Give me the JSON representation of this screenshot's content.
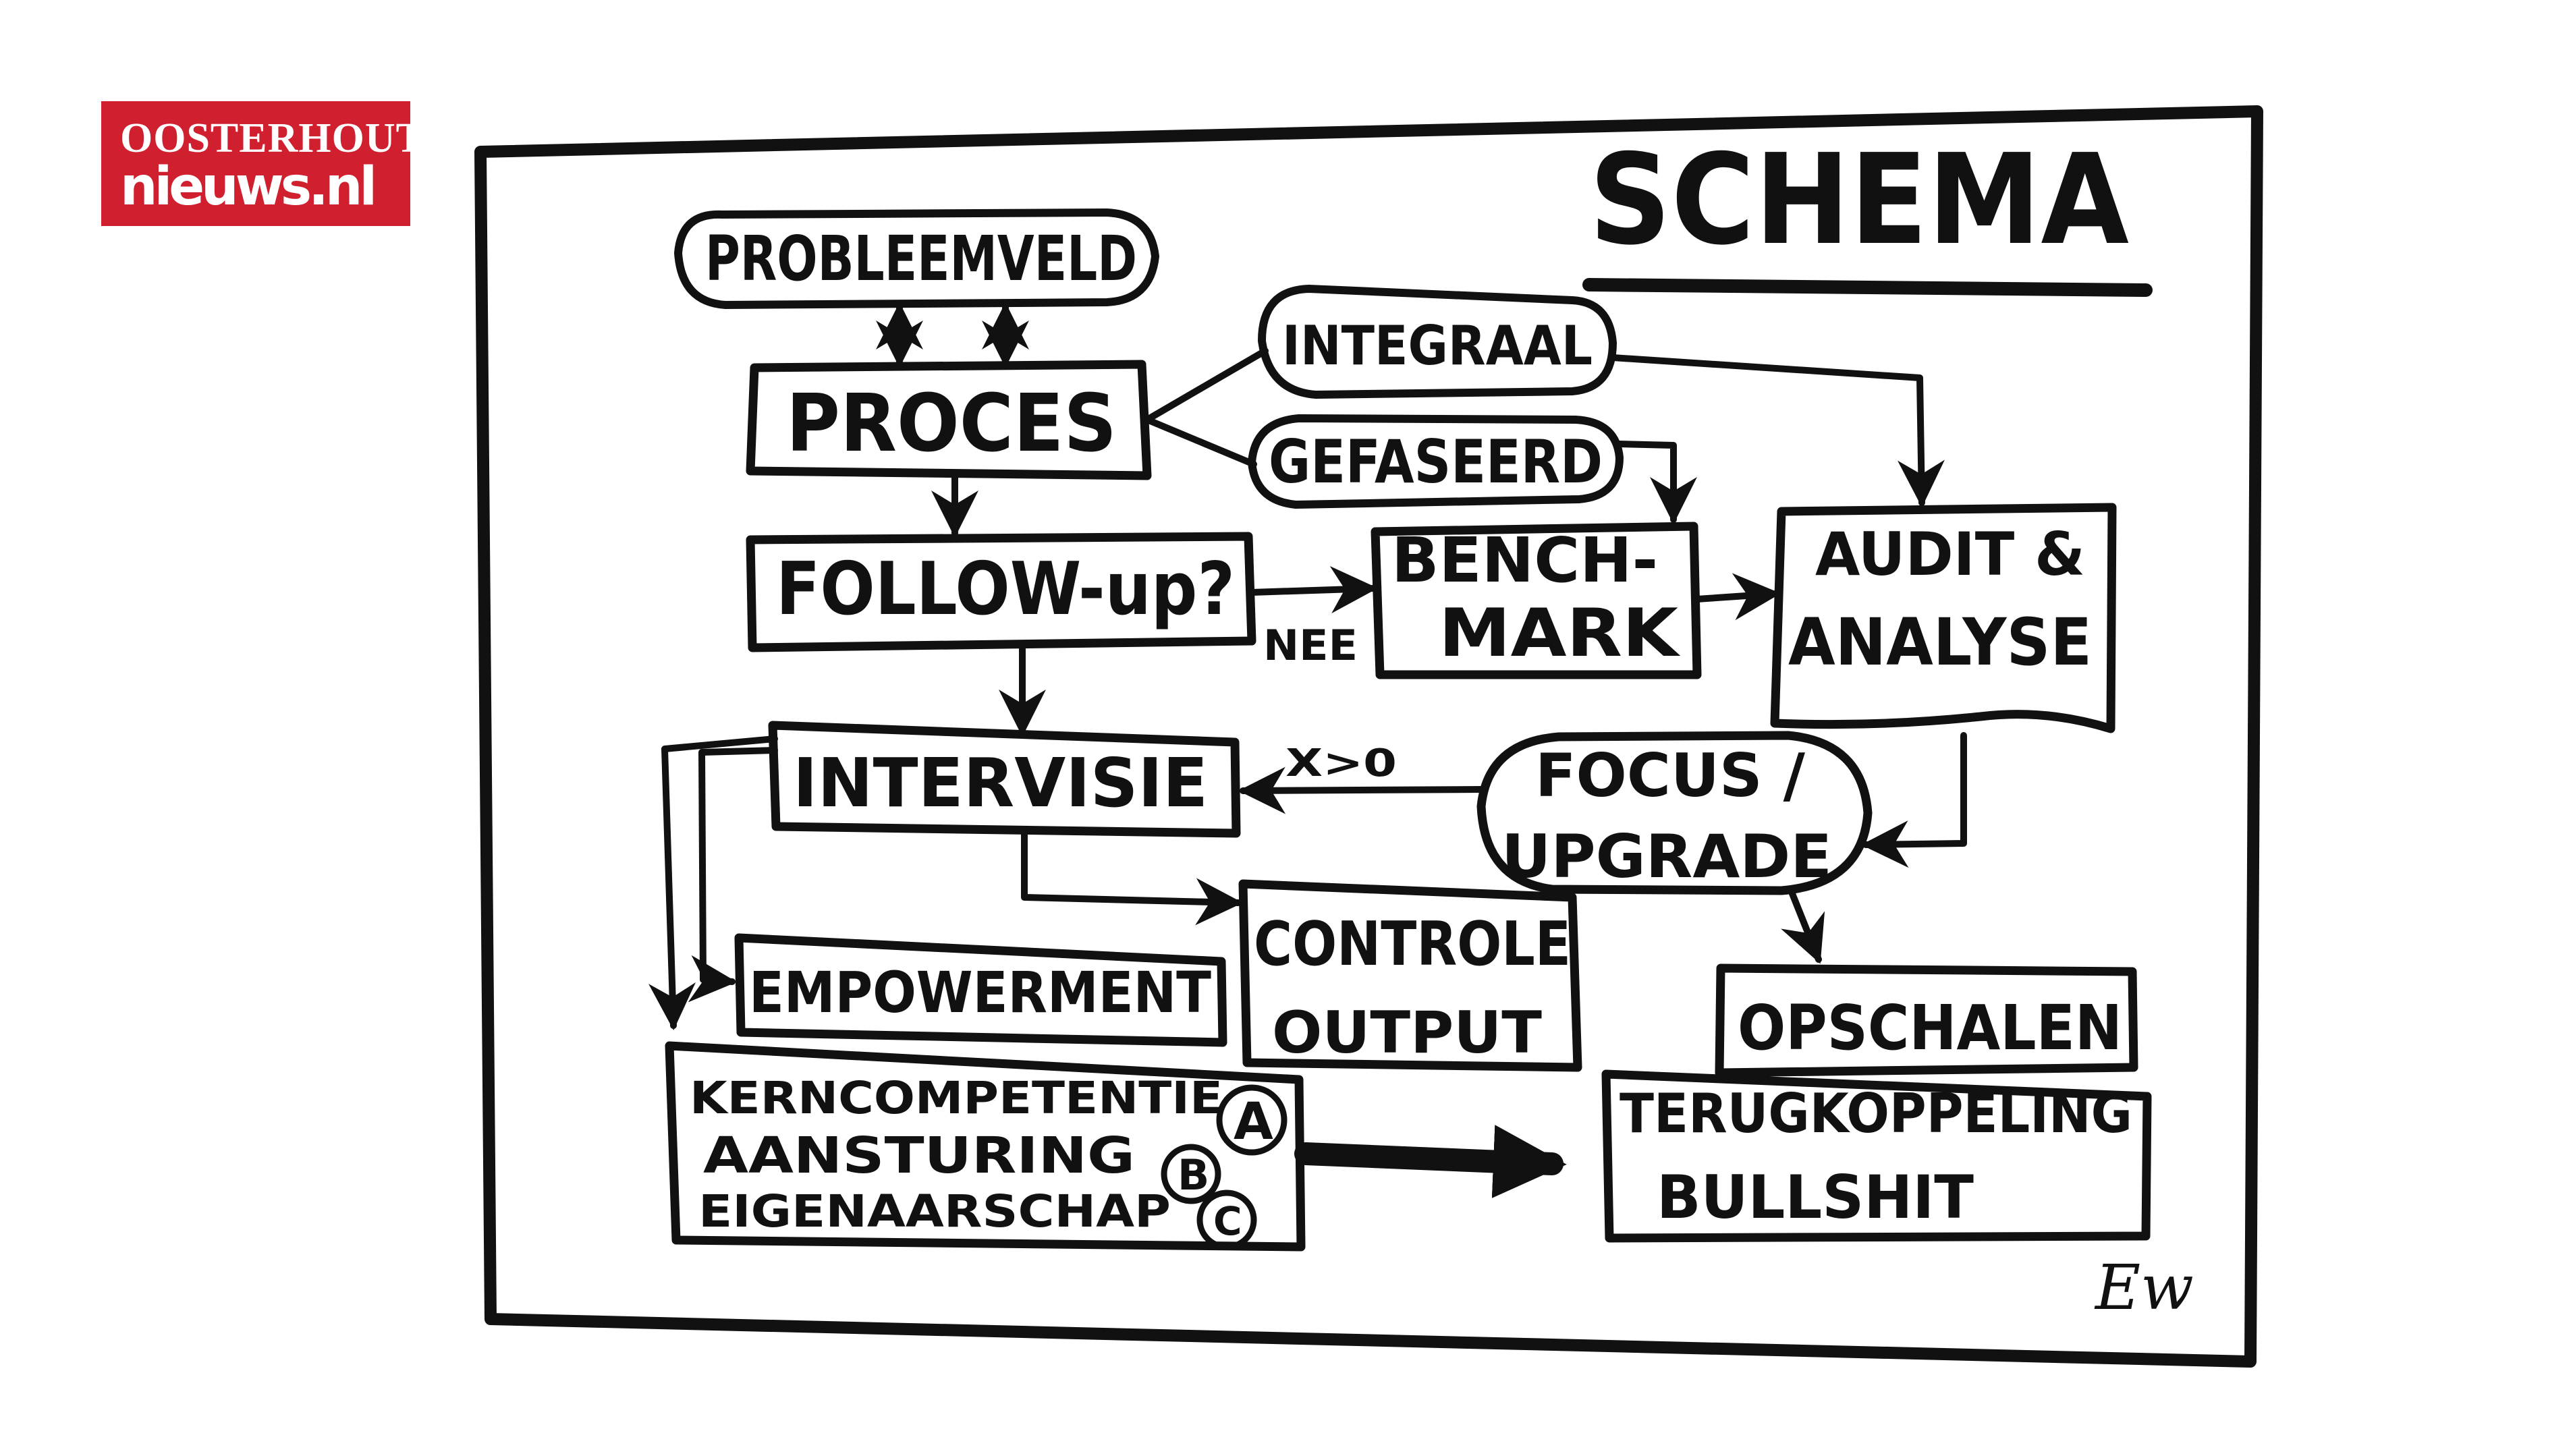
{
  "logo": {
    "line1": "OOSTERHOUT.",
    "line2": "nieuws.nl",
    "color": "#d0202f"
  },
  "diagram": {
    "title": "SCHEMA",
    "signature": "Ew",
    "nodes": {
      "probleemveld": "PROBLEEMVELD",
      "proces": "PROCES",
      "integraal": "INTEGRAAL",
      "gefaseerd": "GEFASEERD",
      "follow_up": "FOLLOW-up?",
      "bench": "BENCH-",
      "mark": "MARK",
      "audit": "AUDIT &",
      "analyse": "ANALYSE",
      "intervisie": "INTERVISIE",
      "focus": "FOCUS /",
      "upgrade": "UPGRADE",
      "controle": "CONTROLE",
      "output": "OUTPUT",
      "empowerment": "EMPOWERMENT",
      "opschalen": "OPSCHALEN",
      "kerncompetentie": "KERNCOMPETENTIE",
      "aansturing": "AANSTURING",
      "eigenaarschap": "EIGENAARSCHAP",
      "terugkoppeling": "TERUGKOPPELING",
      "bullshit": "BULLSHIT"
    },
    "markers": {
      "a": "A",
      "b": "B",
      "c": "C"
    },
    "edge_labels": {
      "nee": "NEE",
      "x_gt_0": "X>0"
    }
  }
}
